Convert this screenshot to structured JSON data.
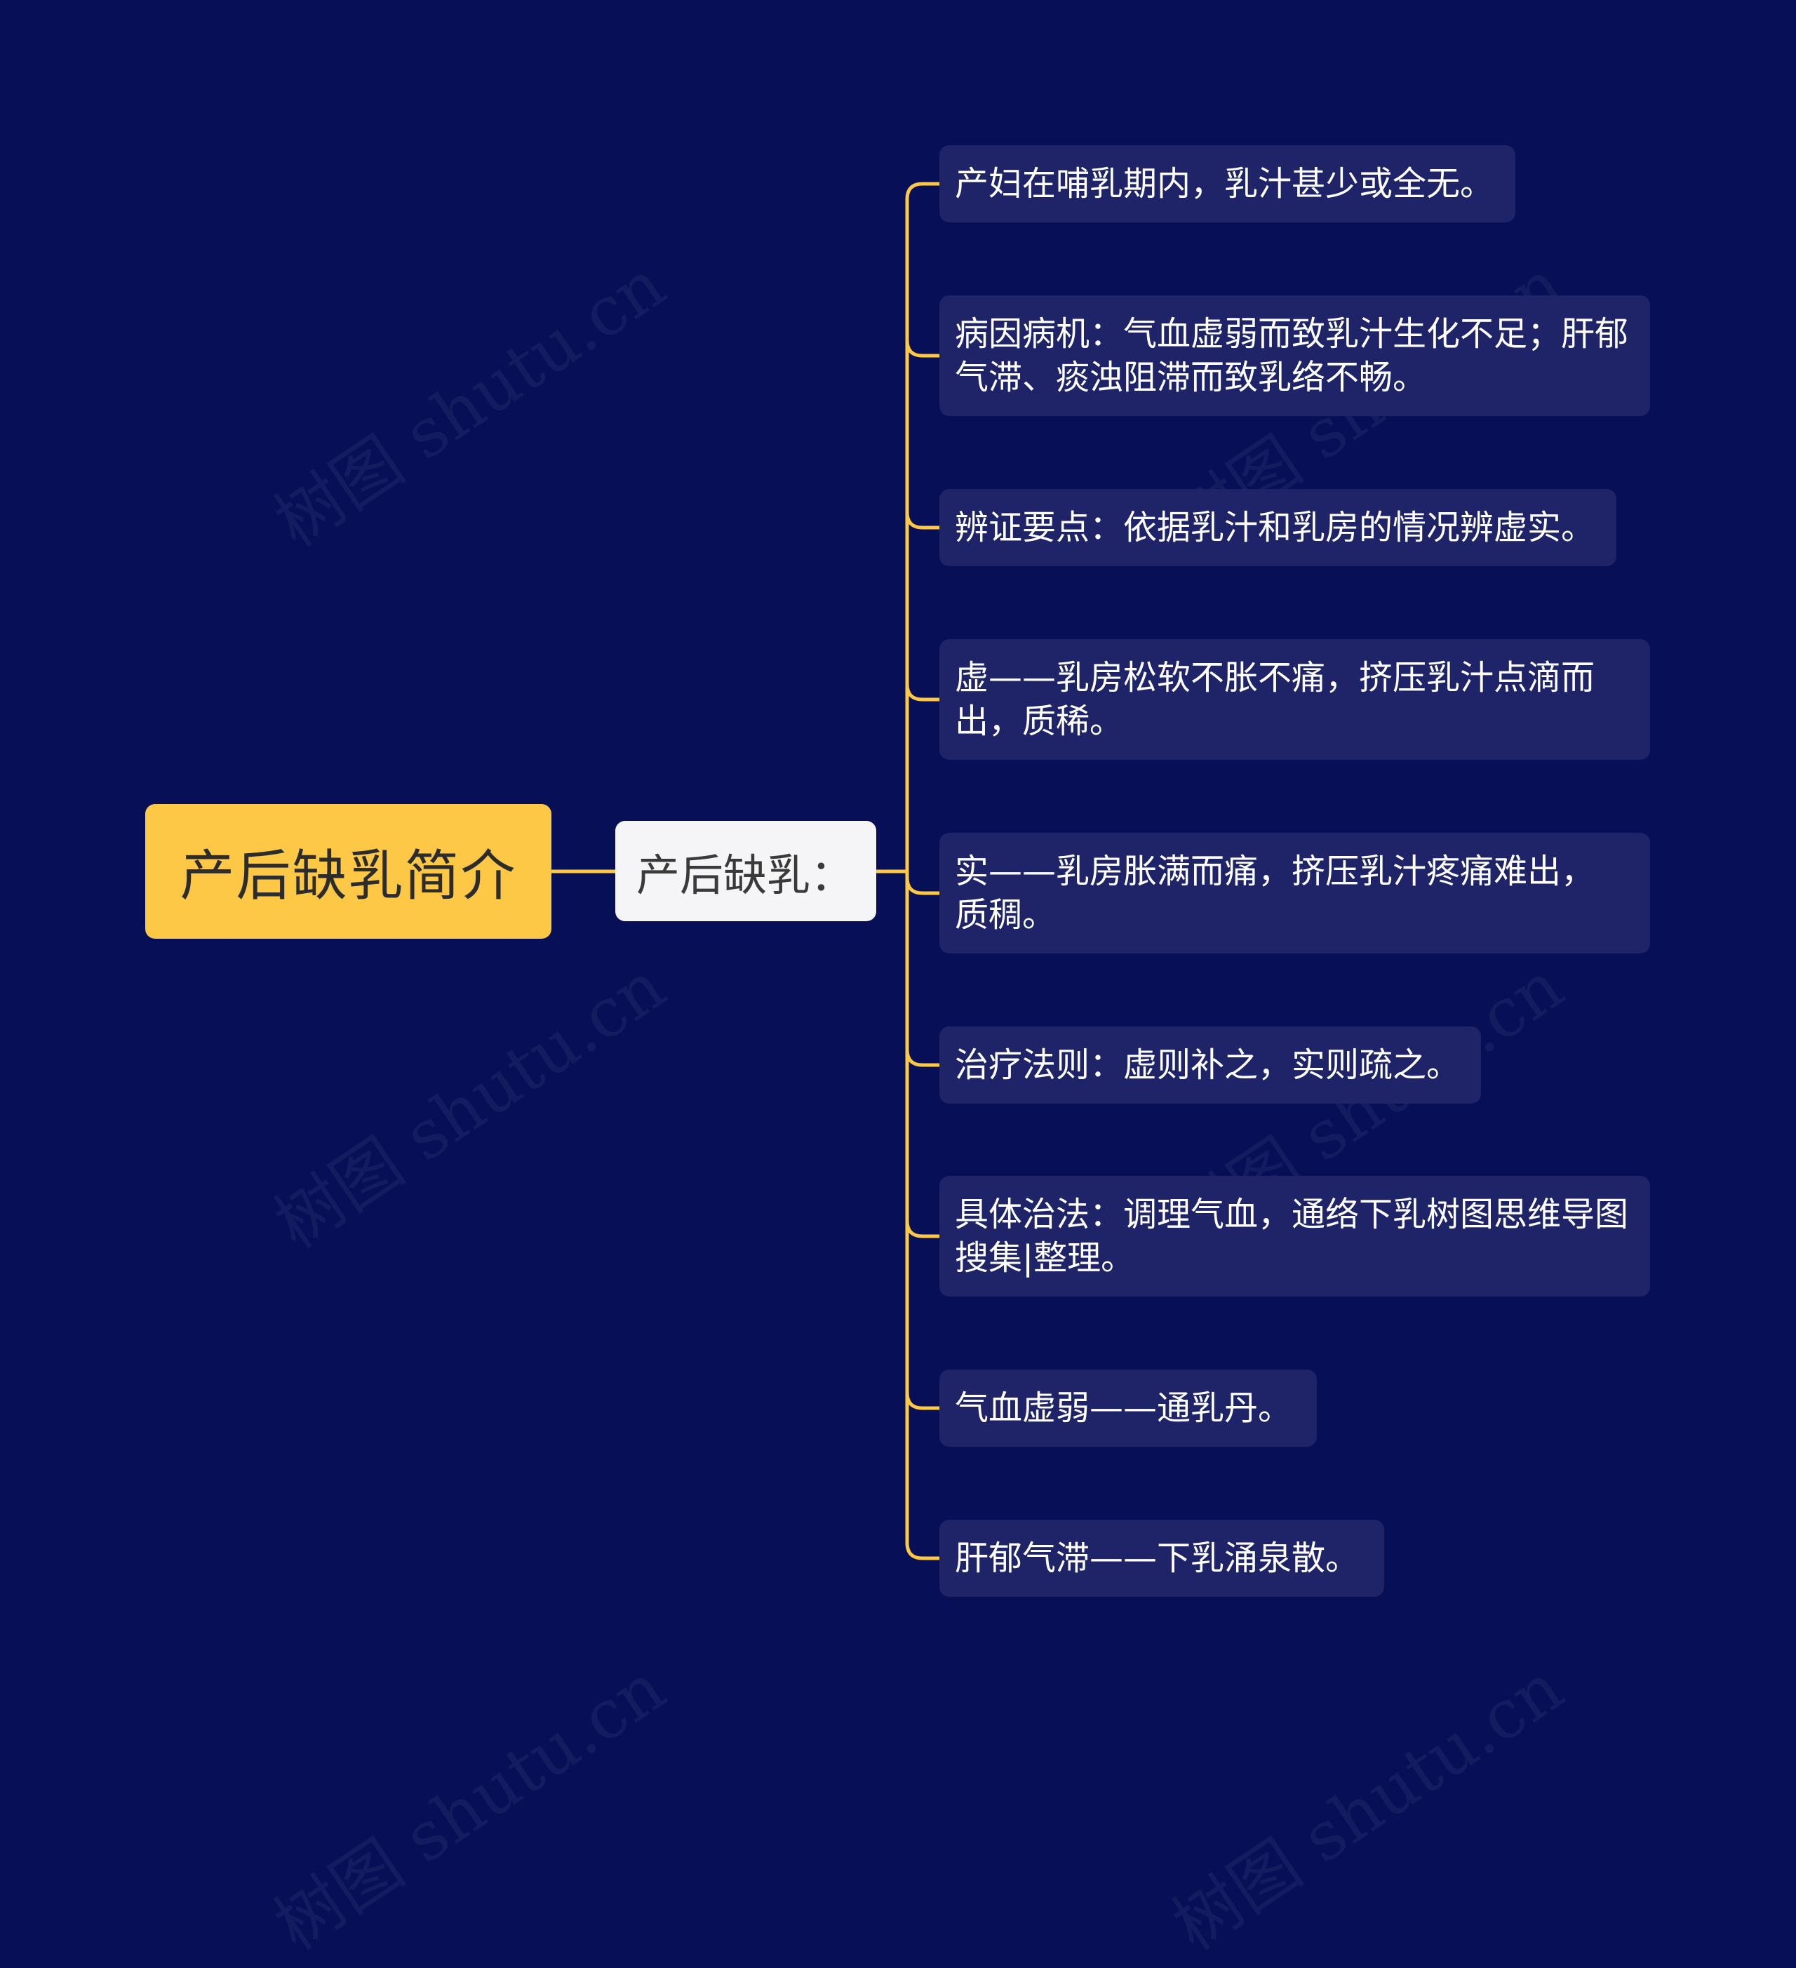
{
  "colors": {
    "background": "#070f57",
    "root_fill": "#fdc846",
    "mid_fill": "#f5f5f7",
    "leaf_fill": "#1f2468",
    "connector": "#fdc846"
  },
  "watermark": "树图 shutu.cn",
  "root": {
    "label": "产后缺乳简介"
  },
  "branch": {
    "label": "产后缺乳："
  },
  "leaves": [
    {
      "label": "产妇在哺乳期内，乳汁甚少或全无。"
    },
    {
      "label": "病因病机：气血虚弱而致乳汁生化不足；肝郁\n气滞、痰浊阻滞而致乳络不畅。"
    },
    {
      "label": "辨证要点：依据乳汁和乳房的情况辨虚实。"
    },
    {
      "label": "虚——乳房松软不胀不痛，挤压乳汁点滴而\n出，质稀。"
    },
    {
      "label": "实——乳房胀满而痛，挤压乳汁疼痛难出，\n质稠。"
    },
    {
      "label": "治疗法则：虚则补之，实则疏之。"
    },
    {
      "label": "具体治法：调理气血，通络下乳树图思维导图\n搜集|整理。"
    },
    {
      "label": "气血虚弱——通乳丹。"
    },
    {
      "label": "肝郁气滞——下乳涌泉散。"
    }
  ]
}
